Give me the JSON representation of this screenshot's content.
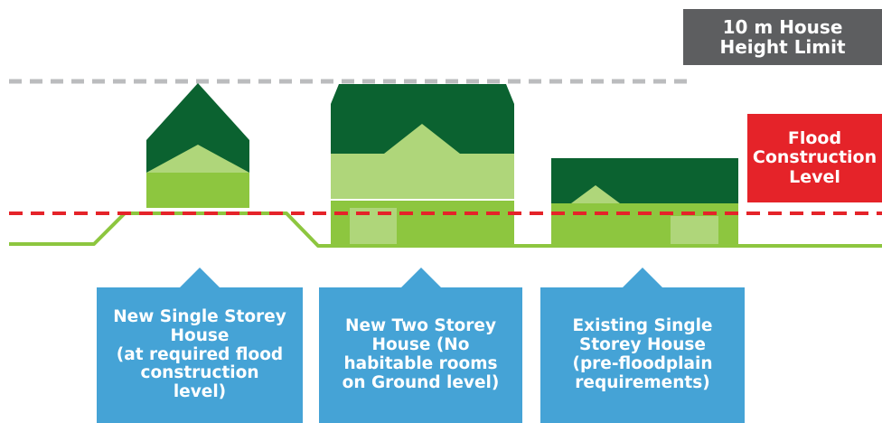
{
  "labels": {
    "height_limit": [
      "10 m House",
      "Height Limit"
    ],
    "flood_level": [
      "Flood",
      "Construction",
      "Level"
    ]
  },
  "callouts": [
    [
      "New Single Storey",
      "House",
      "(at required flood",
      "construction",
      "level)"
    ],
    [
      "New Two Storey",
      "House (No",
      "habitable rooms",
      "on Ground level)"
    ],
    [
      "Existing Single",
      "Storey House",
      "(pre-floodplain",
      "requirements)"
    ]
  ],
  "colors": {
    "roof_dark": "#0b6230",
    "wall_mid": "#8dc63f",
    "wall_light": "#afd67a",
    "ground": "#8dc63f",
    "height_line": "#bbbcbe",
    "flood_line": "#e52329",
    "callout": "#45a3d6",
    "height_label_bg": "#5d5e60",
    "flood_label_bg": "#e52329"
  }
}
